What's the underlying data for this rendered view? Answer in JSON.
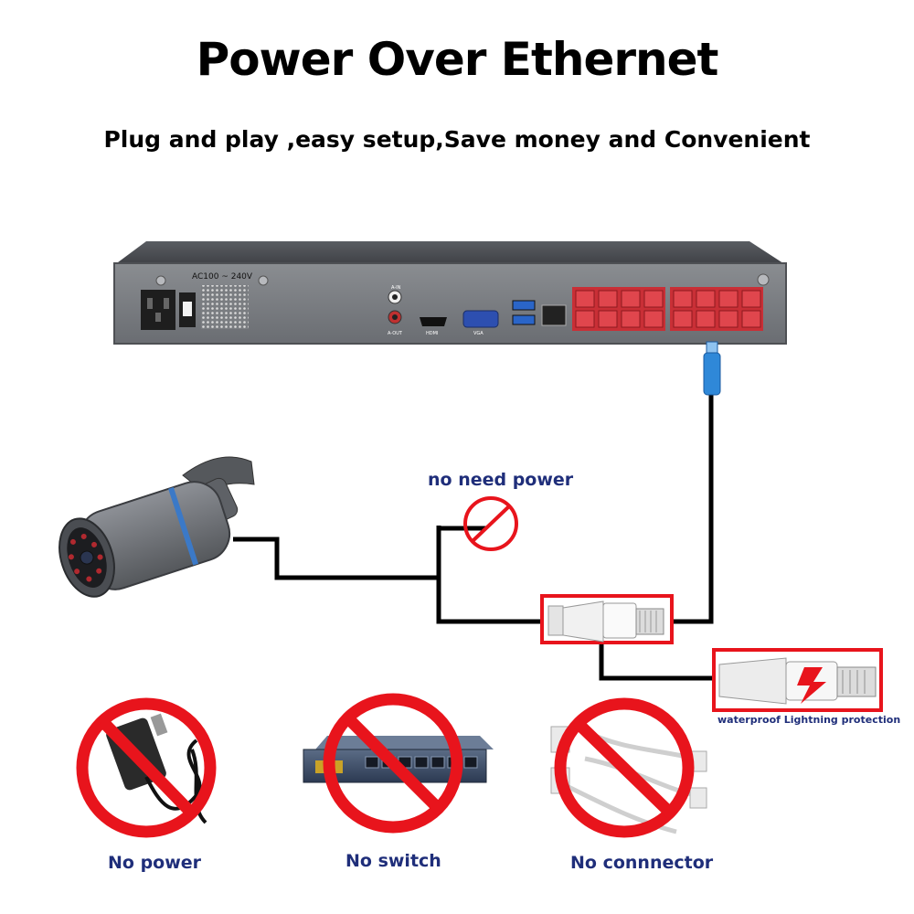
{
  "header": {
    "title": "Power Over Ethernet",
    "subtitle": "Plug and play ,easy setup,Save money and Convenient"
  },
  "nvr": {
    "power_label": "AC100 ~ 240V",
    "audio_in_label": "A-IN",
    "audio_out_label": "A-OUT",
    "hdmi_label": "HDMI",
    "vga_label": "VGA"
  },
  "wiring": {
    "no_need_power_label": "no need power",
    "waterproof_label": "waterproof Lightning protection"
  },
  "bottom": {
    "items": [
      {
        "label": "No power"
      },
      {
        "label": "No switch"
      },
      {
        "label": "No connnector"
      }
    ]
  },
  "colors": {
    "prohibit_red": "#e8141c",
    "label_blue": "#1f2e7a",
    "poe_port_red": "#d9363c",
    "device_gray": "#6b6e72",
    "cable_black": "#000000",
    "cable_blue": "#2f88d8"
  },
  "icons": [
    "prohibit-icon",
    "lightning-icon"
  ]
}
